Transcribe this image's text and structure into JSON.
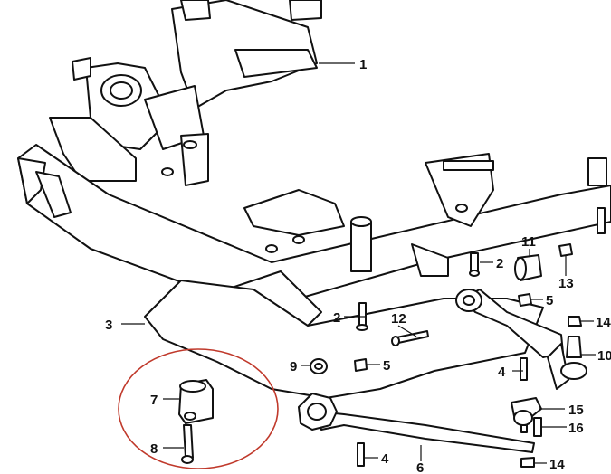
{
  "diagram": {
    "callouts": [
      {
        "id": "c1",
        "label": "1"
      },
      {
        "id": "c2a",
        "label": "2"
      },
      {
        "id": "c2b",
        "label": "2"
      },
      {
        "id": "c3",
        "label": "3"
      },
      {
        "id": "c4a",
        "label": "4"
      },
      {
        "id": "c4b",
        "label": "4"
      },
      {
        "id": "c5a",
        "label": "5"
      },
      {
        "id": "c5b",
        "label": "5"
      },
      {
        "id": "c6",
        "label": "6"
      },
      {
        "id": "c7",
        "label": "7"
      },
      {
        "id": "c8",
        "label": "8"
      },
      {
        "id": "c9",
        "label": "9"
      },
      {
        "id": "c10",
        "label": "10"
      },
      {
        "id": "c11",
        "label": "11"
      },
      {
        "id": "c12",
        "label": "12"
      },
      {
        "id": "c13",
        "label": "13"
      },
      {
        "id": "c14a",
        "label": "14"
      },
      {
        "id": "c14b",
        "label": "14"
      },
      {
        "id": "c15",
        "label": "15"
      },
      {
        "id": "c16",
        "label": "16"
      }
    ],
    "highlight_color": "#c0392b"
  }
}
